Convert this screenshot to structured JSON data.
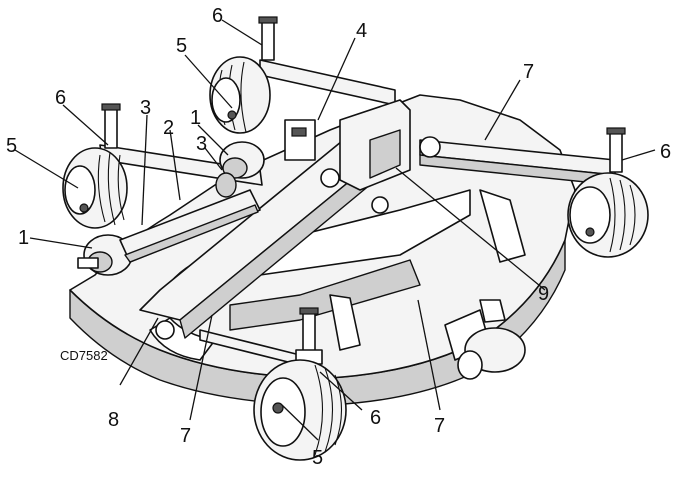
{
  "figure_code": "CD7582",
  "callouts": {
    "c1a": "1",
    "c1b": "1",
    "c2": "2",
    "c3a": "3",
    "c3b": "3",
    "c4": "4",
    "c5a": "5",
    "c5b": "5",
    "c5c": "5",
    "c6a": "6",
    "c6b": "6",
    "c6c": "6",
    "c6d": "6",
    "c7a": "7",
    "c7b": "7",
    "c7c": "7",
    "c8": "8",
    "c9": "9"
  }
}
